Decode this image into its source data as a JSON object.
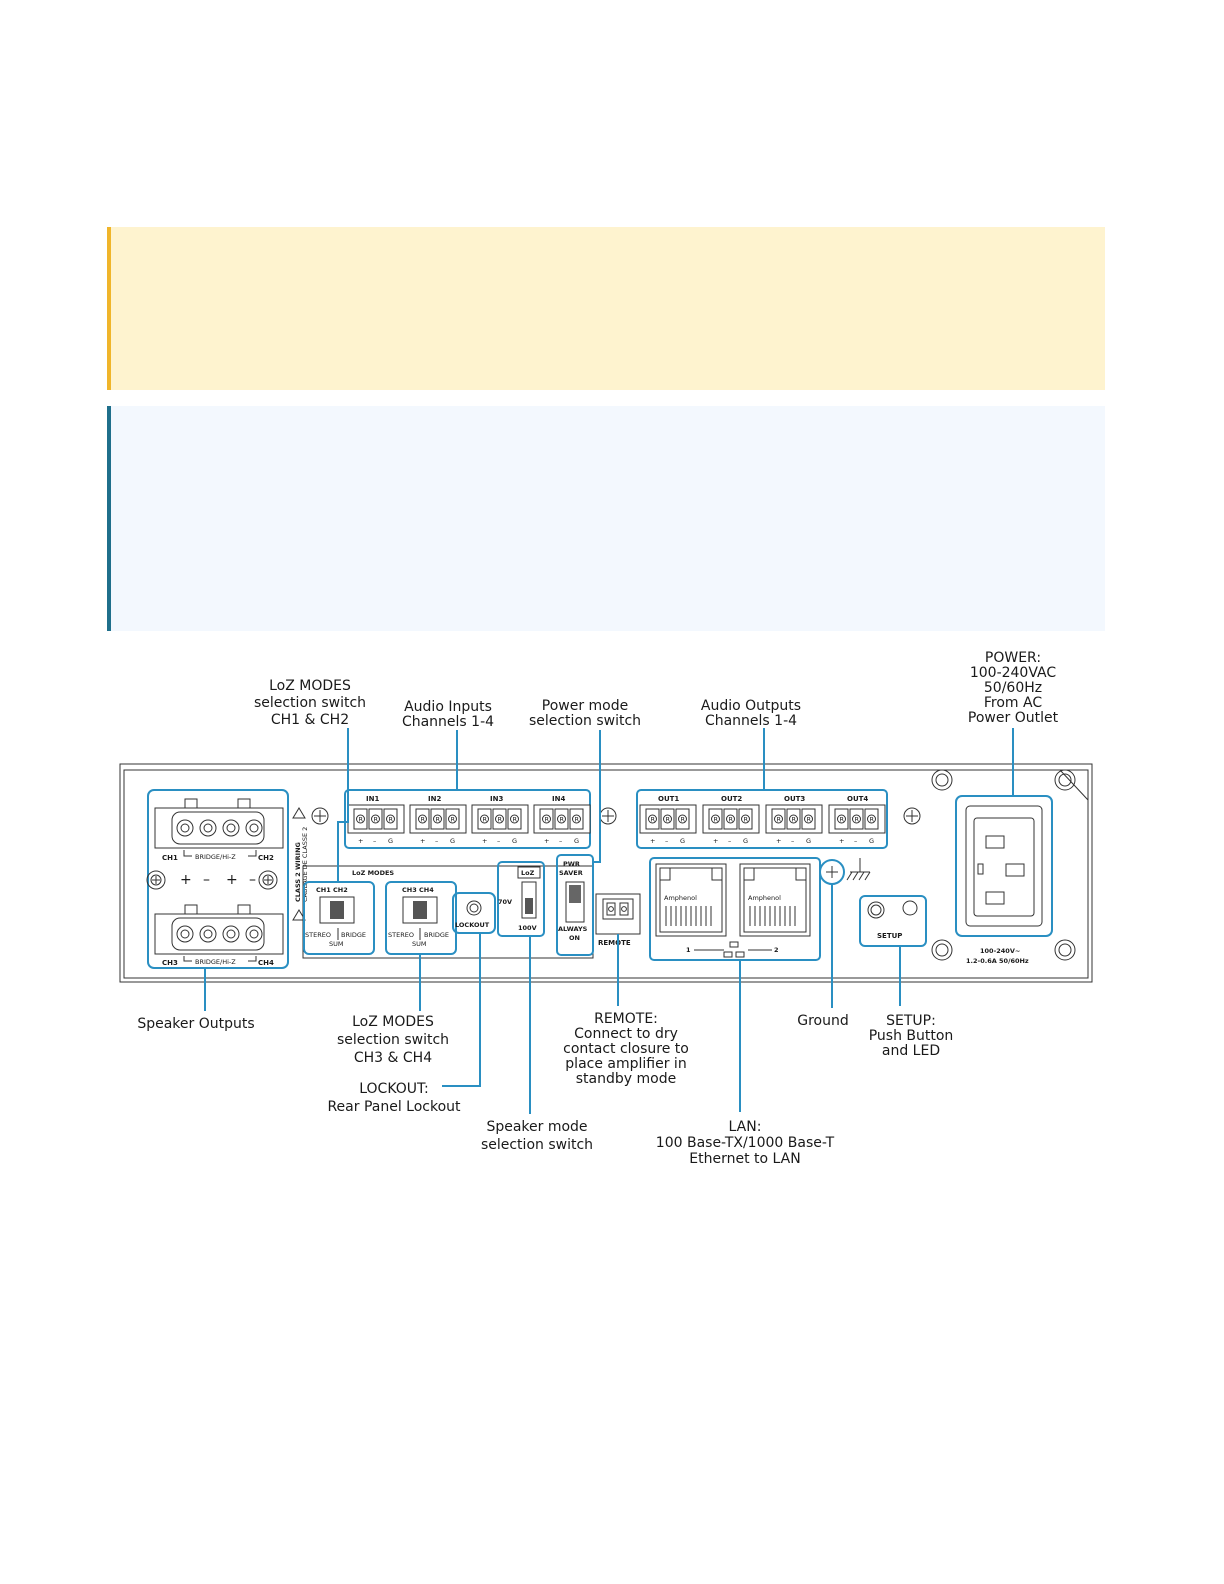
{
  "labels": {
    "loz12": [
      "LoZ MODES",
      "selection switch",
      "CH1 & CH2"
    ],
    "audio_in": [
      "Audio Inputs",
      "Channels 1-4"
    ],
    "power_mode": [
      "Power mode",
      "selection switch"
    ],
    "audio_out": [
      "Audio Outputs",
      "Channels 1-4"
    ],
    "power": [
      "POWER:",
      "100-240VAC",
      "50/60Hz",
      "From AC",
      "Power Outlet"
    ],
    "speaker_outputs": [
      "Speaker Outputs"
    ],
    "loz34": [
      "LoZ MODES",
      "selection switch",
      "CH3 & CH4"
    ],
    "lockout": [
      "LOCKOUT:",
      "Rear Panel Lockout"
    ],
    "speaker_mode": [
      "Speaker mode",
      "selection switch"
    ],
    "remote": [
      "REMOTE:",
      "Connect to dry",
      "contact closure to",
      "place amplifier in",
      "standby mode"
    ],
    "lan": [
      "LAN:",
      "100 Base-TX/1000 Base-T",
      "Ethernet to LAN"
    ],
    "ground": [
      "Ground"
    ],
    "setup": [
      "SETUP:",
      "Push Button",
      "and LED"
    ]
  },
  "panel": {
    "inputs": [
      "IN1",
      "IN2",
      "IN3",
      "IN4"
    ],
    "outputs": [
      "OUT1",
      "OUT2",
      "OUT3",
      "OUT4"
    ],
    "pin_polarity": [
      "+",
      "–",
      "G"
    ],
    "pin_letter": "R",
    "ch_top_left": "CH1",
    "ch_top_right": "CH2",
    "ch_bot_left": "CH3",
    "ch_bot_right": "CH4",
    "bridge": "BRIDGE/Hi-Z",
    "plus_minus": [
      "+",
      "–",
      "+",
      "–"
    ],
    "class2": "CLASS 2 WIRING",
    "class2_fr": "CABLAGE DE CLASSE 2",
    "loz_modes": "LoZ MODES",
    "ch12": "CH1 CH2",
    "ch34": "CH3 CH4",
    "stereo": "STEREO",
    "bridge_sw": "BRIDGE",
    "sum": "SUM",
    "lockout": "LOCKOUT",
    "loz": "LoZ",
    "v70": "70V",
    "v100": "100V",
    "pwr_saver": [
      "PWR",
      "SAVER"
    ],
    "always_on": [
      "ALWAYS",
      "ON"
    ],
    "remote": "REMOTE",
    "amphenol": "Amphenol",
    "lan_ports": [
      "1",
      "2"
    ],
    "setup": "SETUP",
    "power_rating": [
      "100-240V~",
      "1.2-0.6A 50/60Hz"
    ]
  }
}
